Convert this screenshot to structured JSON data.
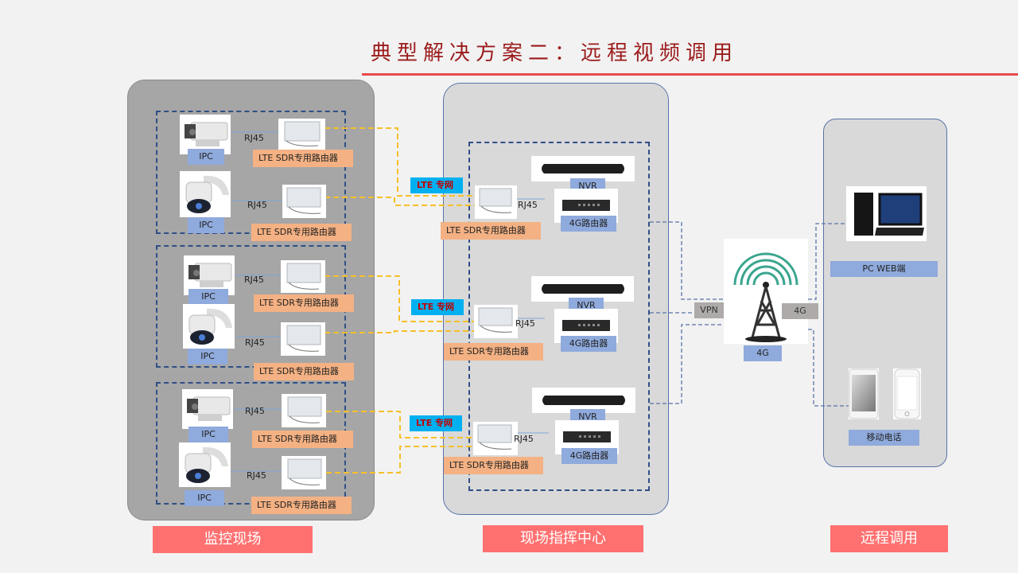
{
  "title": "典型解决方案二：远程视频调用",
  "labels": {
    "ipc": "IPC",
    "lte_router": "LTE SDR专用路由器",
    "rj45": "RJ45",
    "lte_network": "LTE 专网",
    "nvr": "NVR",
    "router_4g": "4G路由器",
    "vpn": "VPN",
    "link_4g": "4G",
    "tower_4g": "4G",
    "pc_web": "PC WEB端",
    "mobile": "移动电话"
  },
  "sections": [
    {
      "label": "监控现场"
    },
    {
      "label": "现场指挥中心"
    },
    {
      "label": "远程调用"
    }
  ],
  "colors": {
    "title": "#9b1b1b",
    "title_rule": "#e84a4a",
    "lte_link": "#f5c02a",
    "network_link": "#5873a8",
    "footer": "#ff7070",
    "label_blue": "#8faadc",
    "label_orange": "#f4b183",
    "lte_badge": "#00b0f0"
  }
}
